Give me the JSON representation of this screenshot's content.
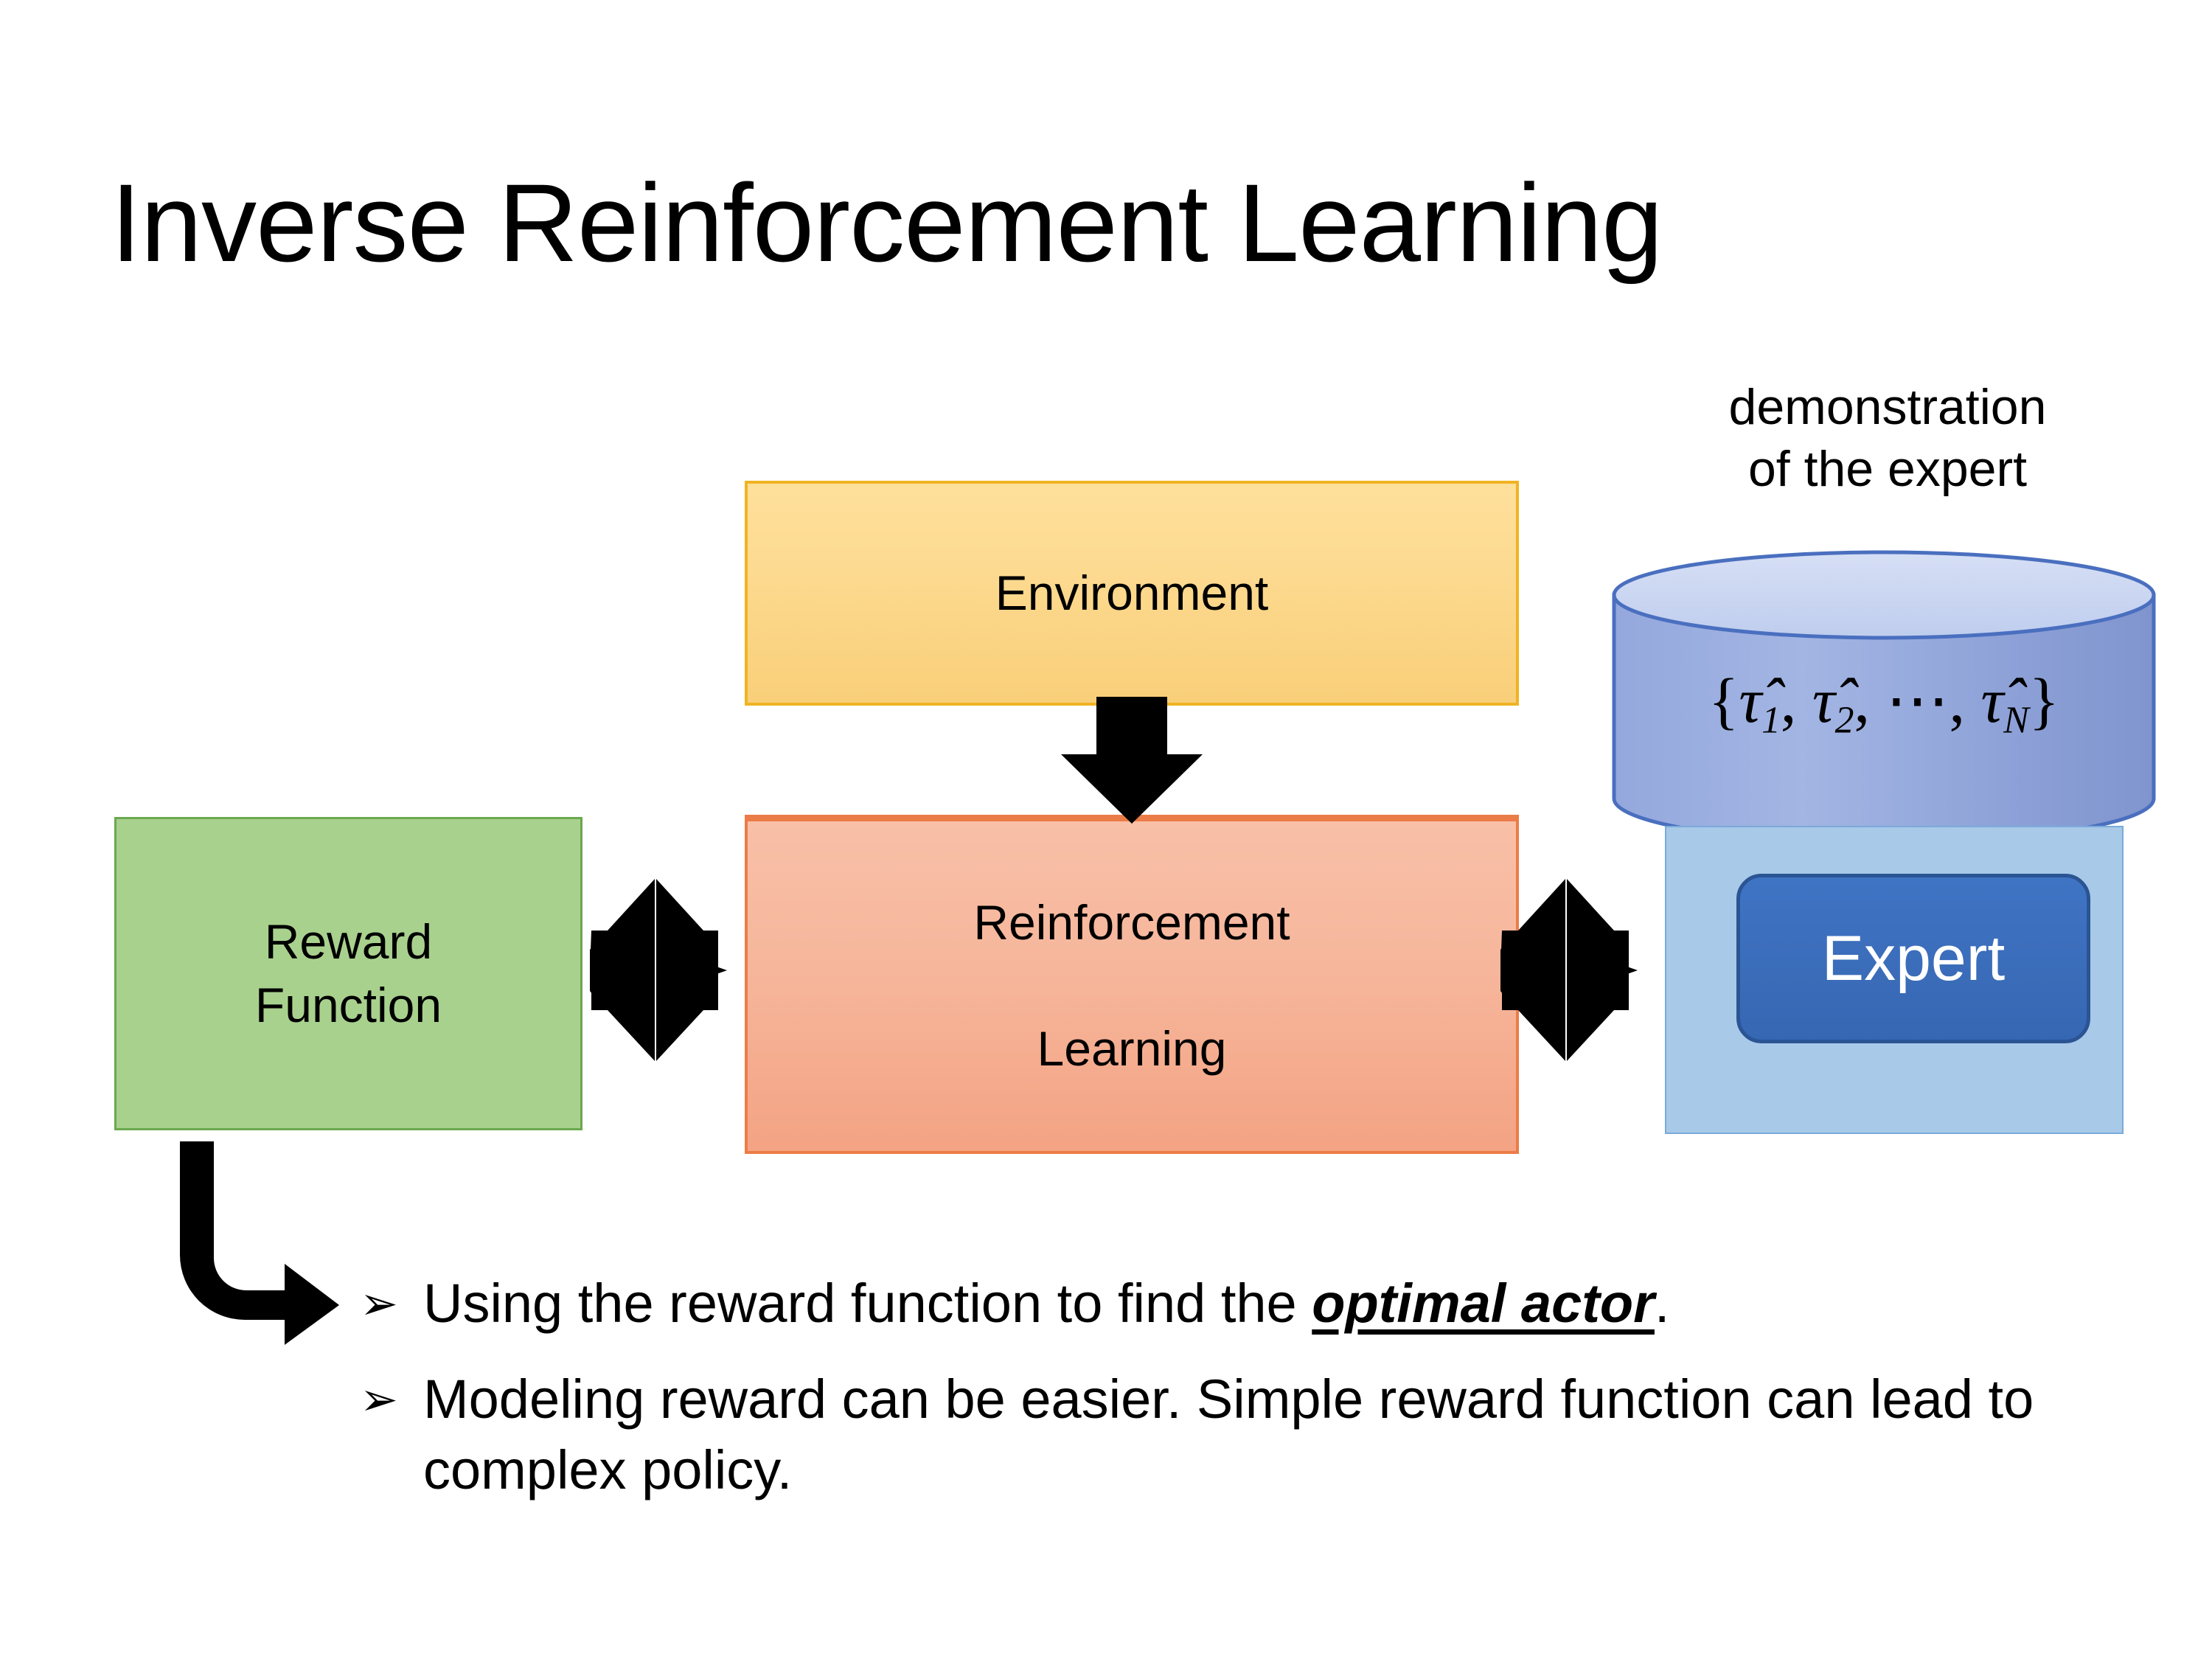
{
  "slide": {
    "title": "Inverse Reinforcement Learning",
    "background_color": "#ffffff"
  },
  "diagram": {
    "environment": {
      "label": "Environment",
      "fill_color": "#fcd98e",
      "border_color": "#f0b323"
    },
    "reinforcement_learning": {
      "label": "Reinforcement Learning",
      "line1": "Reinforcement",
      "line2": "Learning",
      "fill_color": "#f6b69b",
      "border_color": "#ec7c47"
    },
    "reward_function": {
      "label": "Reward Function",
      "line1": "Reward",
      "line2": "Function",
      "fill_color": "#a9d18e",
      "border_color": "#6aa84f"
    },
    "expert_panel": {
      "fill_color": "#a8c9e8",
      "border_color": "#7aaada",
      "expert_button": {
        "label": "Expert",
        "fill_color": "#3a6cb9",
        "border_color": "#2b5494",
        "text_color": "#ffffff"
      }
    },
    "demonstration": {
      "caption_line1": "demonstration",
      "caption_line2": "of the expert",
      "cylinder_fill": "#8fa5dc",
      "cylinder_top_fill": "#ccd7f0",
      "cylinder_border": "#4a6fbf",
      "set_notation": {
        "open_brace": "{",
        "item1_symbol": "τ̂",
        "item1_sub": "1",
        "sep1": ", ",
        "item2_symbol": "τ̂",
        "item2_sub": "2",
        "sep2": ", ",
        "ellipsis": "⋯",
        "sep3": ", ",
        "item3_symbol": "τ̂",
        "item3_sub": "N",
        "close_brace": "}"
      }
    },
    "arrows": {
      "environment_to_rl": "down-arrow",
      "reward_to_rl": "four-way-arrow",
      "rl_to_expert": "four-way-arrow",
      "reward_to_bullets": "bent-arrow",
      "color": "#000000"
    }
  },
  "bullets": [
    {
      "marker": "➢",
      "prefix": "Using the reward function to find the ",
      "emphasis": "optimal actor",
      "suffix": "."
    },
    {
      "marker": "➢",
      "prefix": "Modeling reward can be easier. Simple reward function can lead to complex policy.",
      "emphasis": "",
      "suffix": ""
    }
  ]
}
